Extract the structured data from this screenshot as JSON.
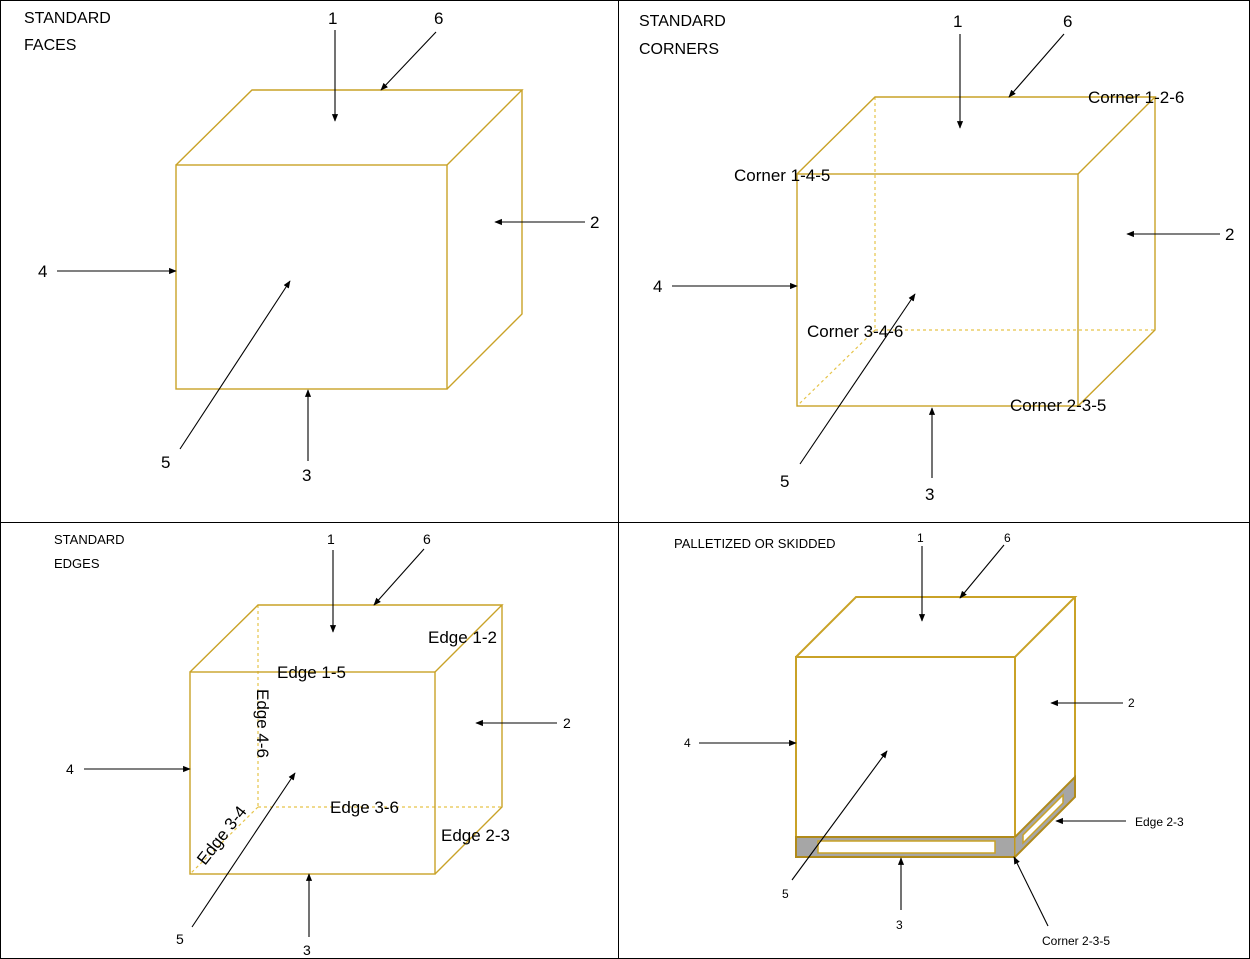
{
  "panels": {
    "faces": {
      "title_line1": "STANDARD",
      "title_line2": "FACES",
      "labels": [
        "1",
        "2",
        "3",
        "4",
        "5",
        "6"
      ]
    },
    "corners": {
      "title_line1": "STANDARD",
      "title_line2": "CORNERS",
      "labels": [
        "1",
        "2",
        "3",
        "4",
        "5",
        "6"
      ],
      "corner_126": "Corner 1-2-6",
      "corner_145": "Corner 1-4-5",
      "corner_346": "Corner 3-4-6",
      "corner_235": "Corner 2-3-5"
    },
    "edges": {
      "title_line1": "STANDARD",
      "title_line2": "EDGES",
      "labels": [
        "1",
        "2",
        "3",
        "4",
        "5",
        "6"
      ],
      "edge_12": "Edge 1-2",
      "edge_15": "Edge 1-5",
      "edge_46": "Edge 4-6",
      "edge_36": "Edge 3-6",
      "edge_34": "Edge 3-4",
      "edge_23": "Edge 2-3"
    },
    "palletized": {
      "title": "PALLETIZED OR SKIDDED",
      "labels": [
        "1",
        "2",
        "3",
        "4",
        "5",
        "6"
      ],
      "edge_23": "Edge 2-3",
      "corner_235": "Corner 2-3-5"
    }
  },
  "colors": {
    "box_outline": "#c9a227",
    "pallet_block": "#a6a6a6",
    "arrow": "#000000"
  }
}
